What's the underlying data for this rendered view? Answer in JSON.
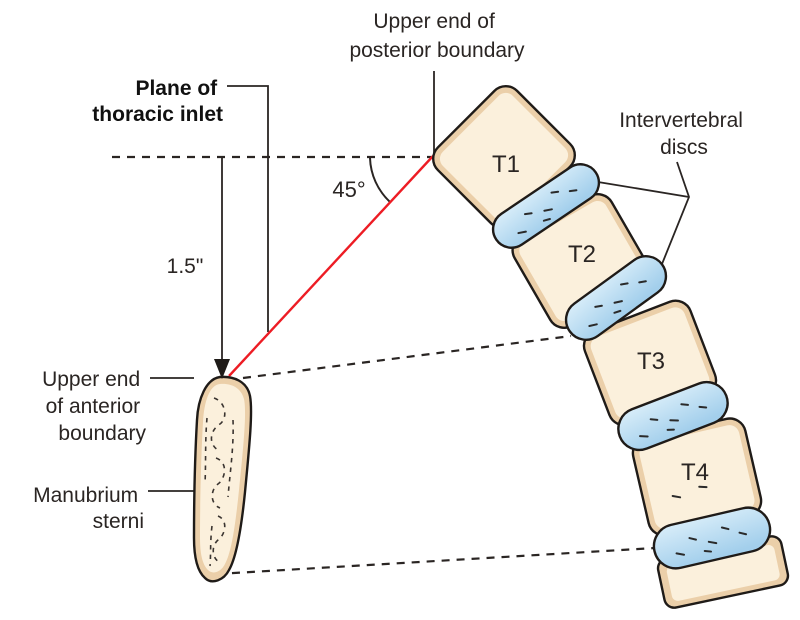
{
  "labels": {
    "posterior_boundary": {
      "line1": "Upper end of",
      "line2": "posterior boundary"
    },
    "plane_of_inlet": {
      "line1": "Plane of",
      "line2": "thoracic inlet"
    },
    "angle": "45°",
    "distance": "1.5\"",
    "anterior_boundary": {
      "line1": "Upper end",
      "line2": "of anterior",
      "line3": "boundary"
    },
    "manubrium": {
      "line1": "Manubrium",
      "line2": "sterni"
    },
    "intervertebral_discs": {
      "line1": "Intervertebral",
      "line2": "discs"
    }
  },
  "vertebrae": [
    {
      "label": "T1"
    },
    {
      "label": "T2"
    },
    {
      "label": "T3"
    },
    {
      "label": "T4"
    }
  ],
  "colors": {
    "background": "#ffffff",
    "bone_fill": "#fbf0dc",
    "bone_border": "#ebcfa9",
    "disc_fill_light": "#d8edf9",
    "disc_fill_dark": "#a3cfec",
    "outline": "#1f1b18",
    "plane_line_red": "#ed1c24",
    "text": "#2a2523"
  }
}
